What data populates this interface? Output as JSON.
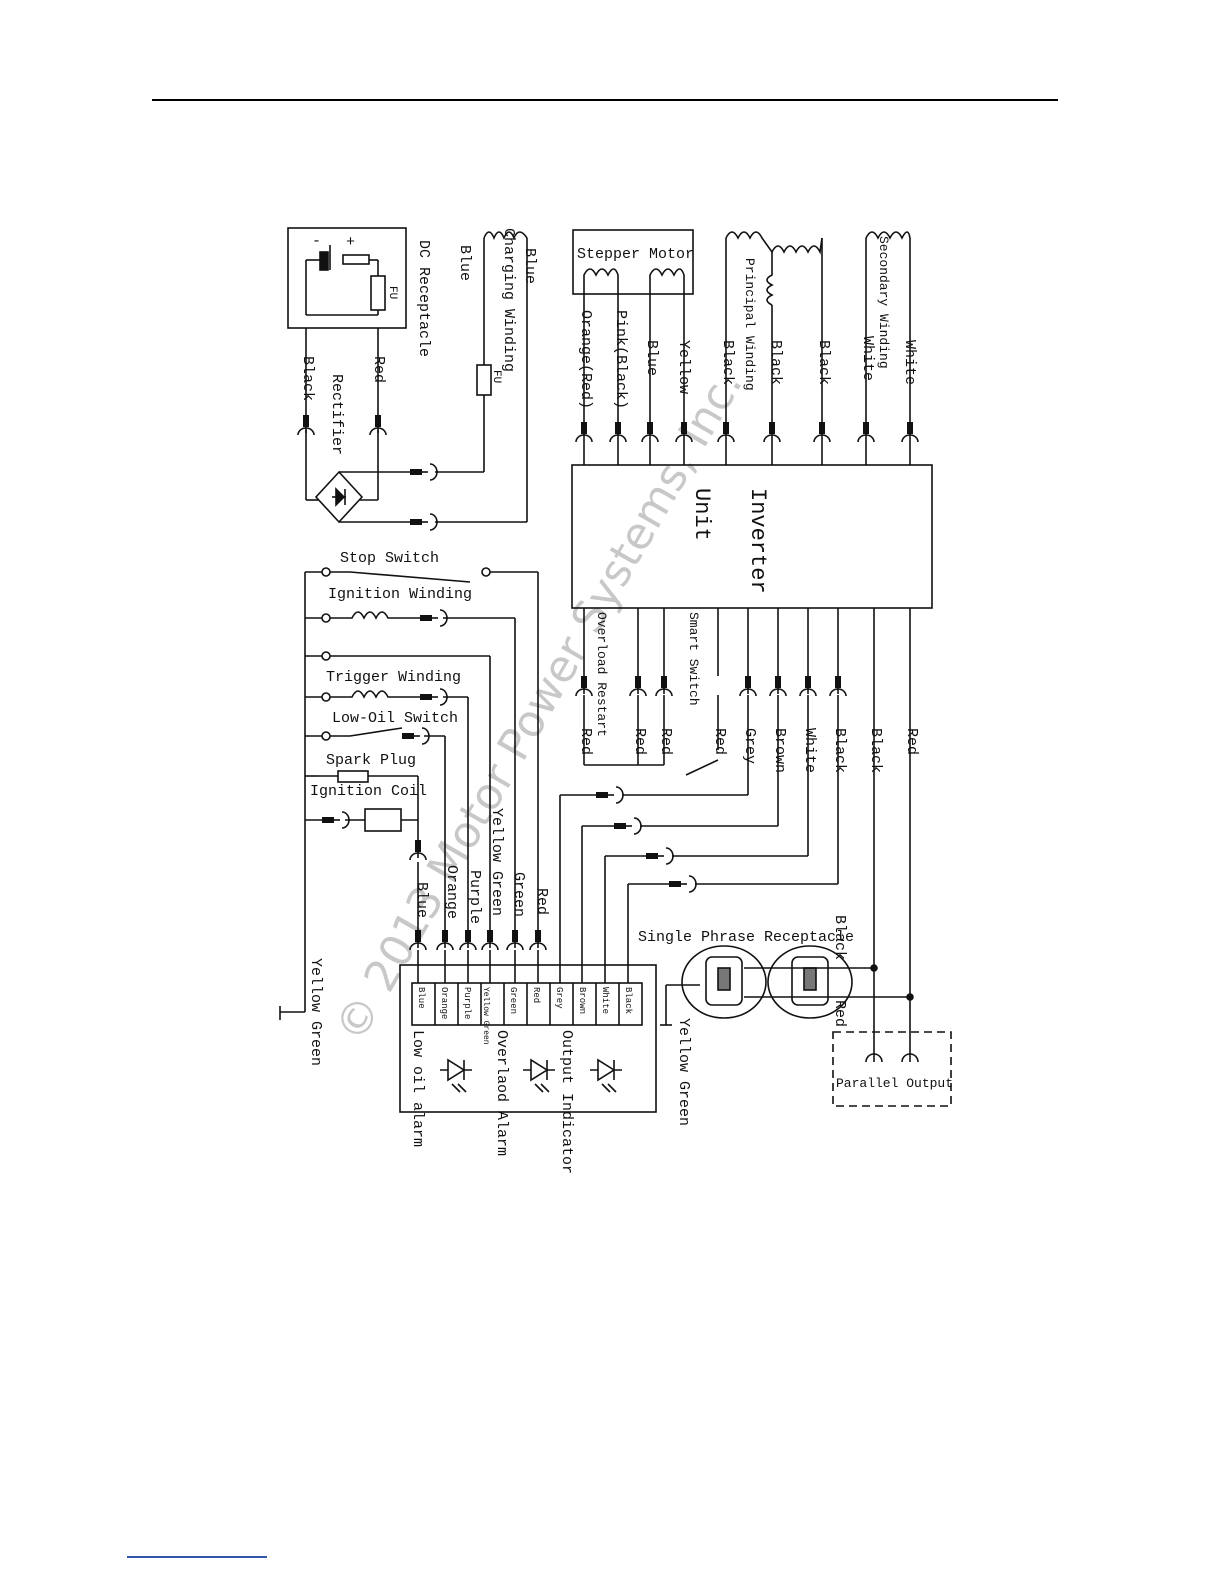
{
  "watermark": "© 2013 Motor Power Systems, Inc.",
  "blocks": {
    "dc_receptacle": "DC Receptacle",
    "plus": "+",
    "minus": "-",
    "fuse": "FU",
    "rectifier": "Rectifier",
    "charging_winding": "Charging Winding",
    "stepper_motor": "Stepper Motor",
    "principal_winding": "Principal Winding",
    "secondary_winding": "Secondary Winding",
    "inverter": "Inverter",
    "unit": "Unit",
    "overload_restart": "Overload Restart",
    "smart_switch": "Smart Switch",
    "stop_switch": "Stop Switch",
    "ignition_winding": "Ignition Winding",
    "trigger_winding": "Trigger Winding",
    "low_oil_switch": "Low-Oil Switch",
    "spark_plug": "Spark Plug",
    "ignition_coil": "Ignition Coil",
    "single_phrase_receptacle": "Single Phrase Receptacle",
    "parallel_output": "Parallel Output",
    "low_oil_alarm": "Low oil alarm",
    "overlaod_alarm": "Overlaod Alarm",
    "output_indicator": "Output Indicator"
  },
  "wires": {
    "charging_blue_a": "Blue",
    "charging_blue_b": "Blue",
    "rect_red": "Red",
    "rect_black": "Black",
    "stepper": [
      "Orange(Red)",
      "Pink(Black)",
      "Blue",
      "Yellow"
    ],
    "principal": [
      "Black",
      "Black",
      "Black"
    ],
    "secondary": [
      "White",
      "White"
    ],
    "inv_bottom": [
      "Red",
      "Red",
      "Red",
      "Red",
      "Grey",
      "Brown",
      "White",
      "Black",
      "Black",
      "Red"
    ],
    "ignition_side": [
      "Red",
      "Green",
      "Yellow Green",
      "Purple",
      "Orange",
      "Blue"
    ],
    "ground_left": "Yellow Green",
    "ground_receptacle": "Yellow Green",
    "receptacle_black": "Black",
    "receptacle_red": "Red"
  },
  "terminals": [
    "Blue",
    "Orange",
    "Purple",
    "Yellow Green",
    "Green",
    "Red",
    "Grey",
    "Brown",
    "White",
    "Black"
  ]
}
